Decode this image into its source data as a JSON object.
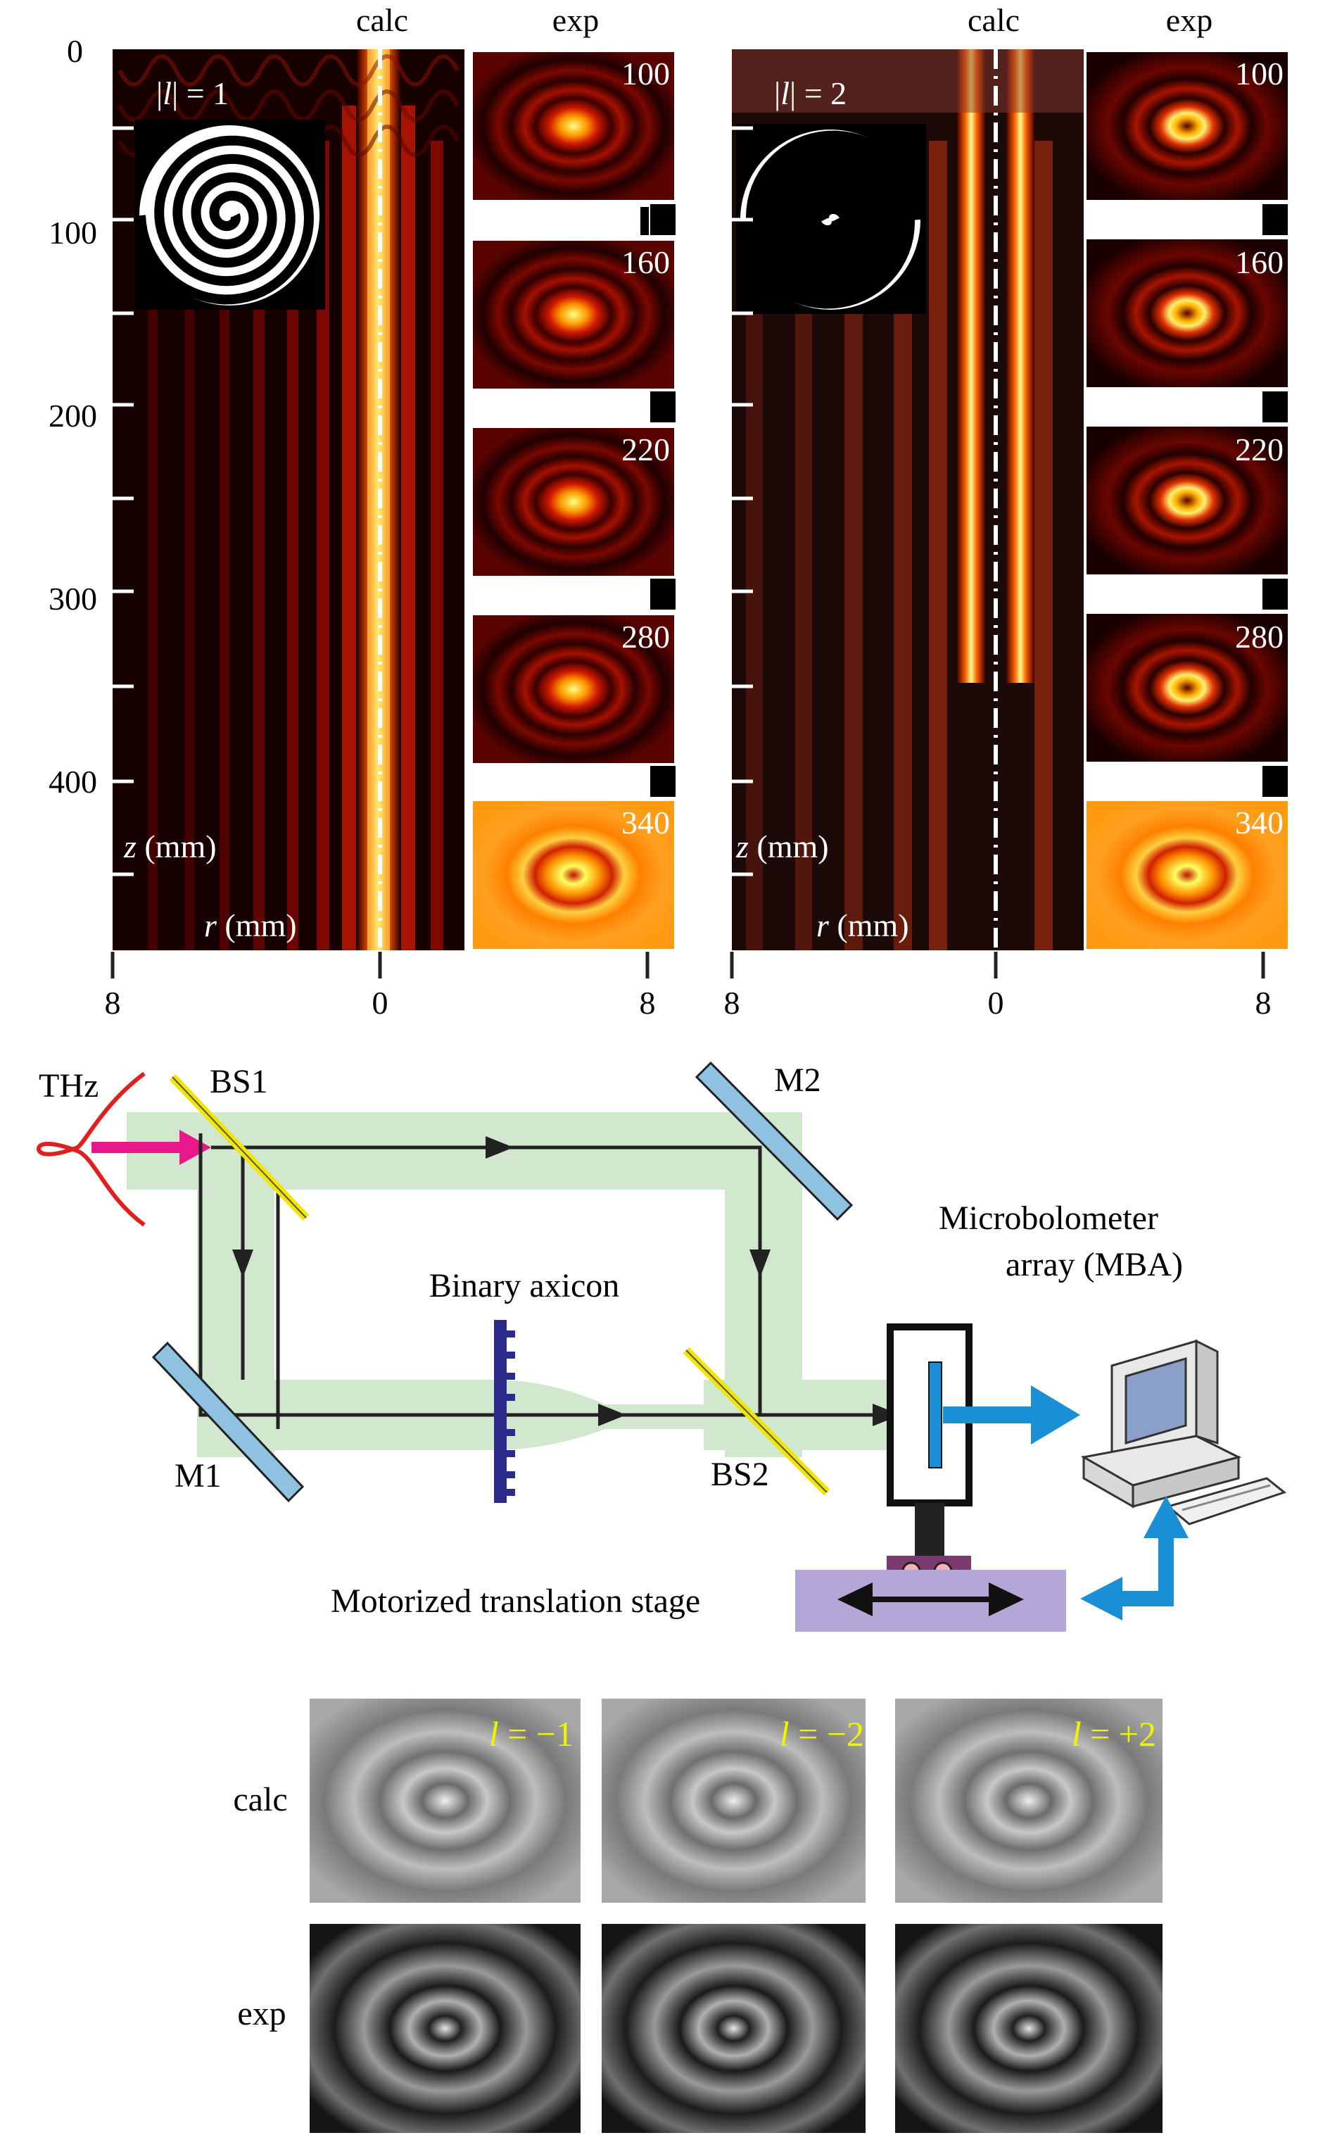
{
  "top": {
    "col_calc": "calc",
    "col_exp": "exp",
    "z_ticks": [
      "0",
      "100",
      "200",
      "300",
      "400"
    ],
    "r_ticks": [
      "8",
      "0",
      "8"
    ],
    "left": {
      "label_prefix": "|",
      "label_l": "l",
      "label_suffix": "| = 1",
      "insets": [
        "100",
        "160",
        "220",
        "280",
        "340"
      ]
    },
    "right": {
      "label_prefix": "|",
      "label_l": "l",
      "label_suffix": "| = 2",
      "insets": [
        "100",
        "160",
        "220",
        "280",
        "340"
      ]
    },
    "z_var": "z",
    "z_unit": " (mm)",
    "r_var": "r",
    "r_unit": " (mm)"
  },
  "setup": {
    "thz": "THz",
    "bs1": "BS1",
    "m2": "M2",
    "m1": "M1",
    "bs2": "BS2",
    "axicon": "Binary axicon",
    "mba_line1": "Microbolometer",
    "mba_line2": "array (MBA)",
    "stage": "Motorized translation stage"
  },
  "bottom": {
    "row_calc": "calc",
    "row_exp": "exp",
    "labels": [
      {
        "l": "l",
        "rest": " = −1"
      },
      {
        "l": "l",
        "rest": " = −2"
      },
      {
        "l": "l",
        "rest": " = +2"
      }
    ]
  },
  "colors": {
    "beam_green": "#c9e3c6",
    "thz_red": "#e02020",
    "arrow_magenta": "#e8178a",
    "splitter_yellow": "#f2e600",
    "mirror_blue": "#8fc2e0",
    "axicon_navy": "#2b2b8c",
    "cable_blue": "#1a8fd6",
    "stage_lavender": "#b4a7d8",
    "yellow_label": "#f2f200"
  }
}
